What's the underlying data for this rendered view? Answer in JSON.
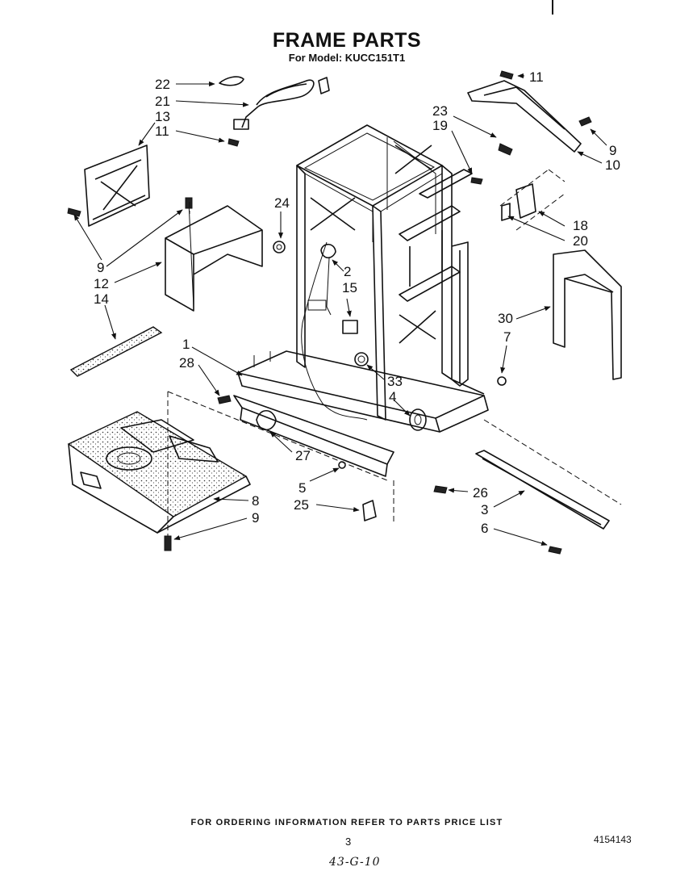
{
  "header": {
    "title": "FRAME PARTS",
    "model_line": "For Model: KUCC151T1"
  },
  "footer": {
    "ordering_note": "FOR ORDERING INFORMATION REFER TO PARTS PRICE LIST",
    "page_number": "3",
    "document_number": "4154143",
    "handwritten_note": "43-G-10"
  },
  "callouts": {
    "c22": "22",
    "c21": "21",
    "c13": "13",
    "c11a": "11",
    "c11b": "11",
    "c23": "23",
    "c19": "19",
    "c9a": "9",
    "c10": "10",
    "c24": "24",
    "c18": "18",
    "c20": "20",
    "c9b": "9",
    "c12": "12",
    "c14": "14",
    "c2": "2",
    "c15": "15",
    "c30": "30",
    "c7": "7",
    "c1": "1",
    "c28": "28",
    "c33": "33",
    "c4": "4",
    "c27": "27",
    "c5": "5",
    "c26": "26",
    "c25": "25",
    "c8": "8",
    "c9c": "9",
    "c3": "3",
    "c6": "6"
  }
}
